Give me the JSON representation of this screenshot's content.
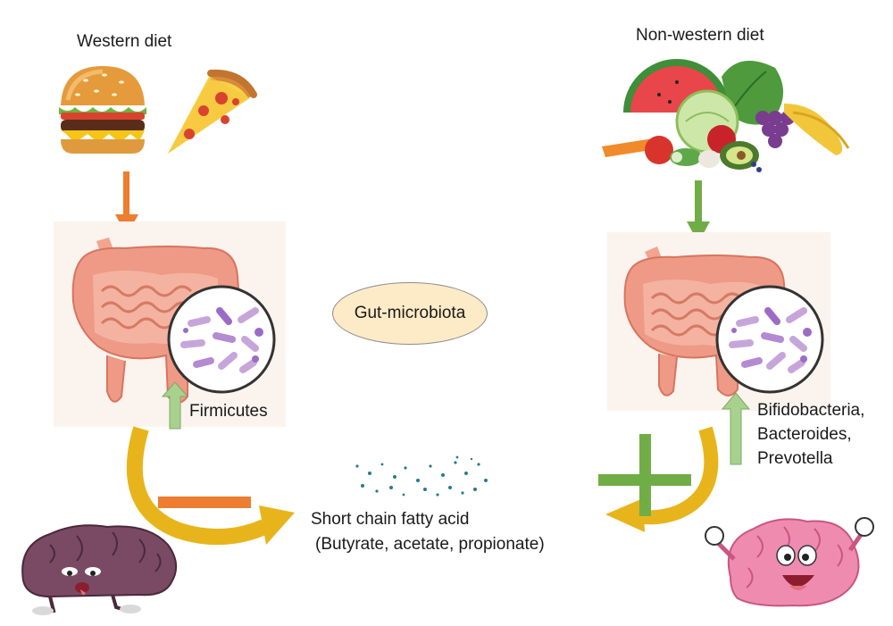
{
  "diagram": {
    "western": {
      "title": "Western diet",
      "bacteria_label": "Firmicutes"
    },
    "nonwestern": {
      "title": "Non-western diet",
      "bacteria_lines": [
        "Bifidobacteria,",
        "Bacteroides,",
        "Prevotella"
      ]
    },
    "center": {
      "label": "Gut-microbiota"
    },
    "scfa": {
      "line1": "Short chain fatty acid",
      "line2": "(Butyrate, acetate, propionate)"
    },
    "colors": {
      "orange_arrow": "#ED7D31",
      "green_arrow": "#70AD47",
      "light_green_arrow": "#A9D18E",
      "curved_arrow": "#E8B41C",
      "ellipse_fill": "#FCEBC6",
      "ellipse_stroke": "#8C8C8C",
      "minus_sign": "#ED7D31",
      "plus_sign": "#70AD47"
    }
  }
}
